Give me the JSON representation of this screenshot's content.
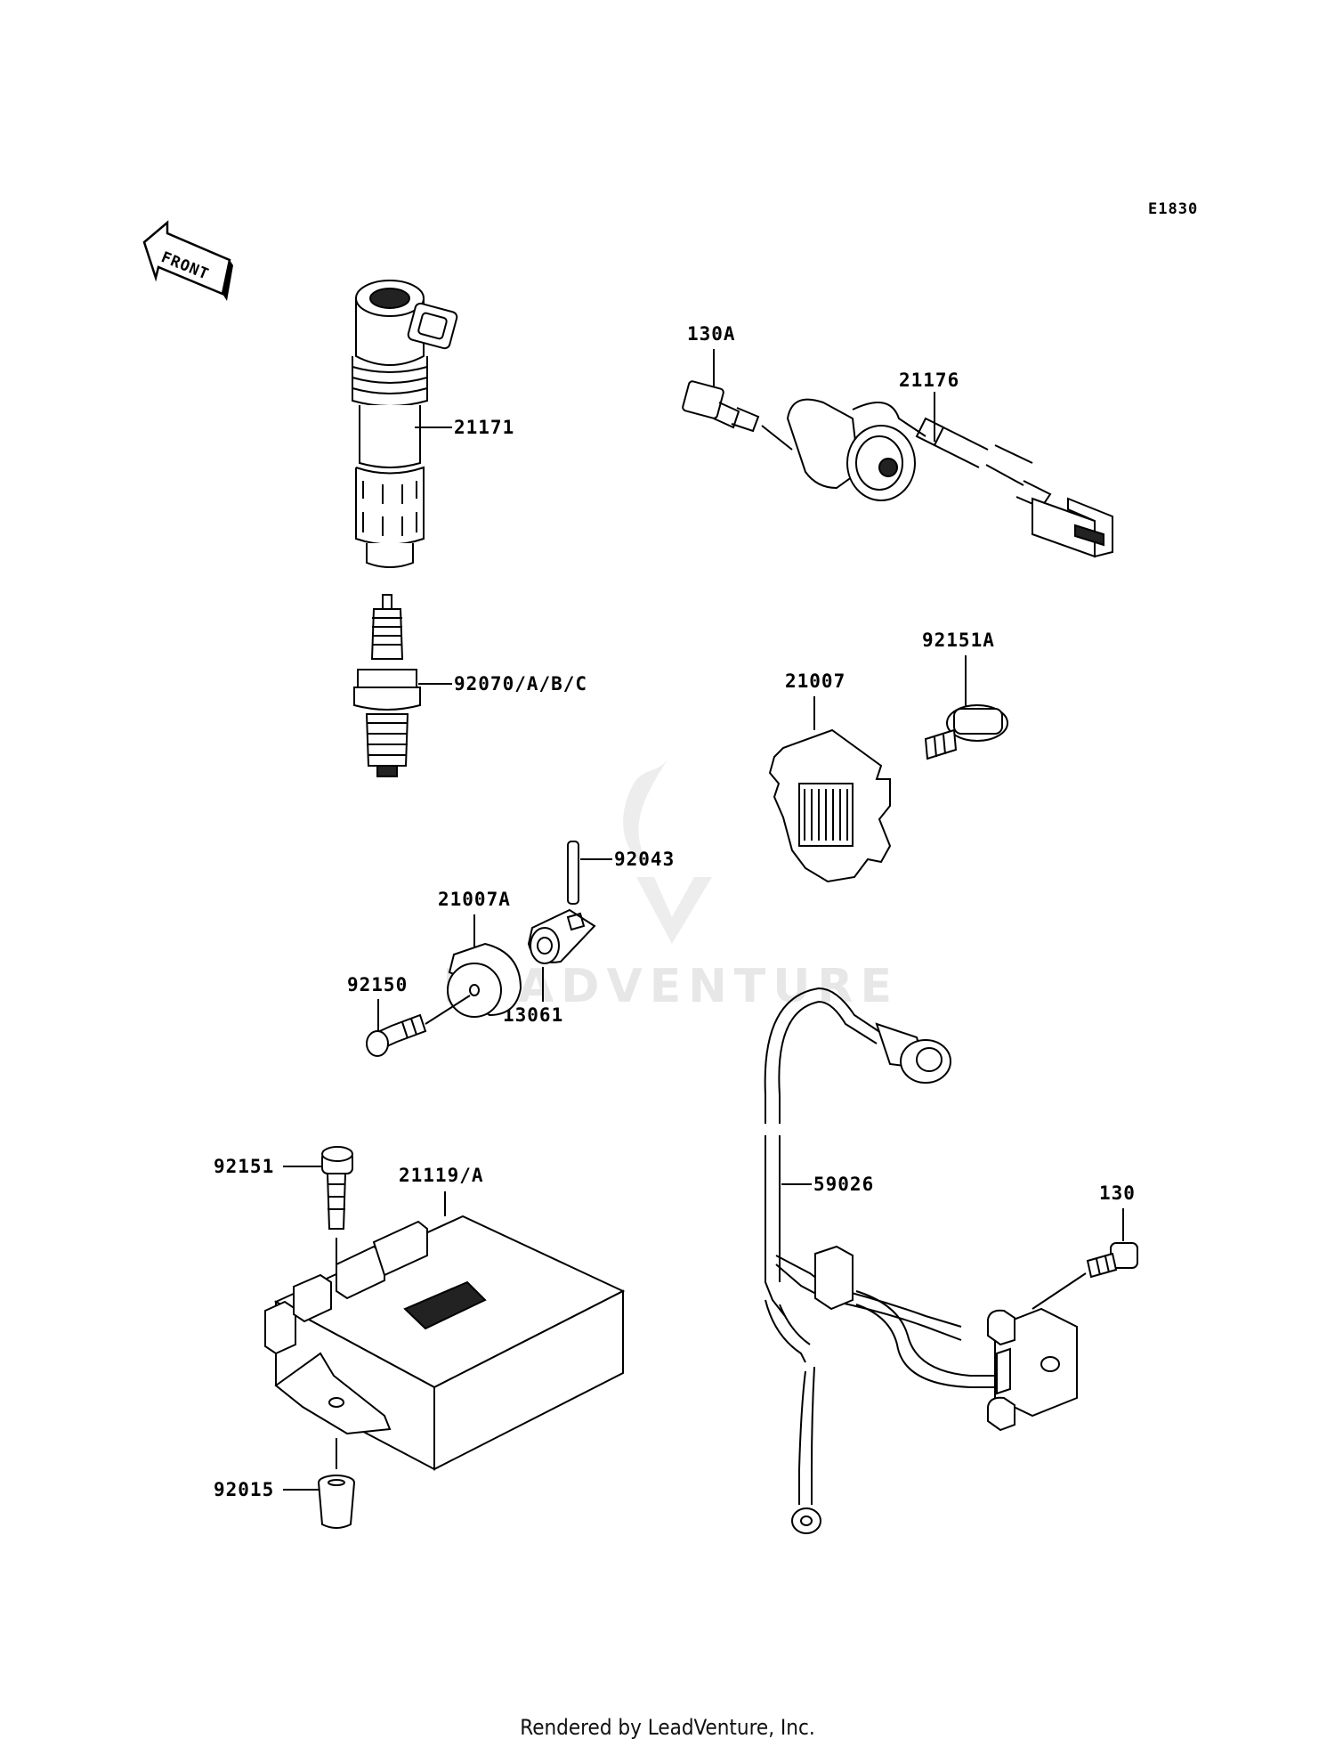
{
  "diagram_code": "E1830",
  "front_arrow_text": "FRONT",
  "watermark_text": "LEADVENTURE",
  "footer_text": "Rendered by LeadVenture, Inc.",
  "parts": {
    "ignition_coil": "21171",
    "spark_plug": "92070/A/B/C",
    "bolt_130A": "130A",
    "crank_sensor": "21176",
    "bolt_92151A": "92151A",
    "rotor_21007": "21007",
    "pin_92043": "92043",
    "rotor_21007A": "21007A",
    "bolt_92150": "92150",
    "collar_13061": "13061",
    "bolt_92151": "92151",
    "igniter_unit": "21119/A",
    "collar_92015": "92015",
    "wire_lead": "59026",
    "bolt_130": "130"
  }
}
